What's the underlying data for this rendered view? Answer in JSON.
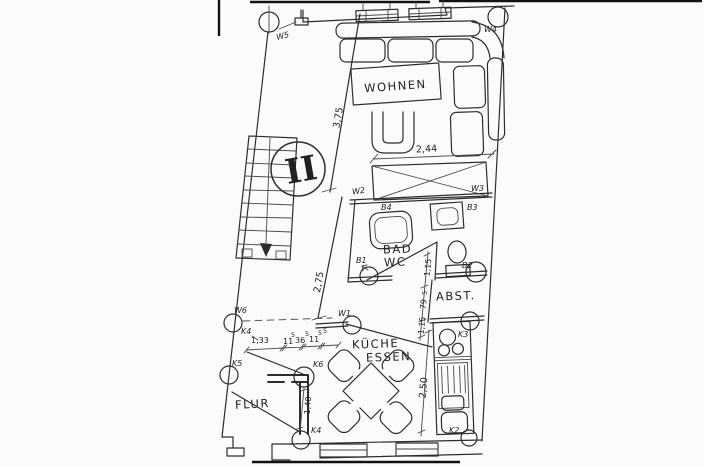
{
  "plan": {
    "level_badge": "II",
    "rooms": {
      "living": "WOHNEN",
      "bath": "BAD",
      "wc": "WC",
      "storage": "ABST.",
      "kitchen": "KÜCHE",
      "dining": "ESSEN",
      "hall": "FLUR"
    },
    "dims": {
      "living_depth": "3,75",
      "living_width": "2,44",
      "hall_depth": "2,75",
      "kitchen_depth": "2,50",
      "hall_door": "1,40",
      "hall_seg_a": "1,33",
      "hall_seg_b": "11",
      "hall_seg_b_sup": "5",
      "hall_seg_c": "36",
      "hall_seg_c_sup": "5",
      "hall_seg_d": "11",
      "hall_seg_d_sup": "5",
      "hall_seg_end_sup": "5",
      "storage_seg_top": "1,15",
      "storage_seg_mid": "79",
      "storage_seg_mid_sup": "5",
      "storage_seg_bot": "1,15"
    },
    "markers": {
      "w1": "W1",
      "w2": "W2",
      "w3": "W3",
      "w4": "W4",
      "w5": "W5",
      "w6": "W6",
      "b1": "B1",
      "b2": "B2",
      "b3": "B3",
      "b4": "B4",
      "k2": "K2",
      "k3": "K3",
      "k4_wall": "K4",
      "k4_bottom": "K4",
      "k5": "K5",
      "k6": "K6"
    }
  }
}
